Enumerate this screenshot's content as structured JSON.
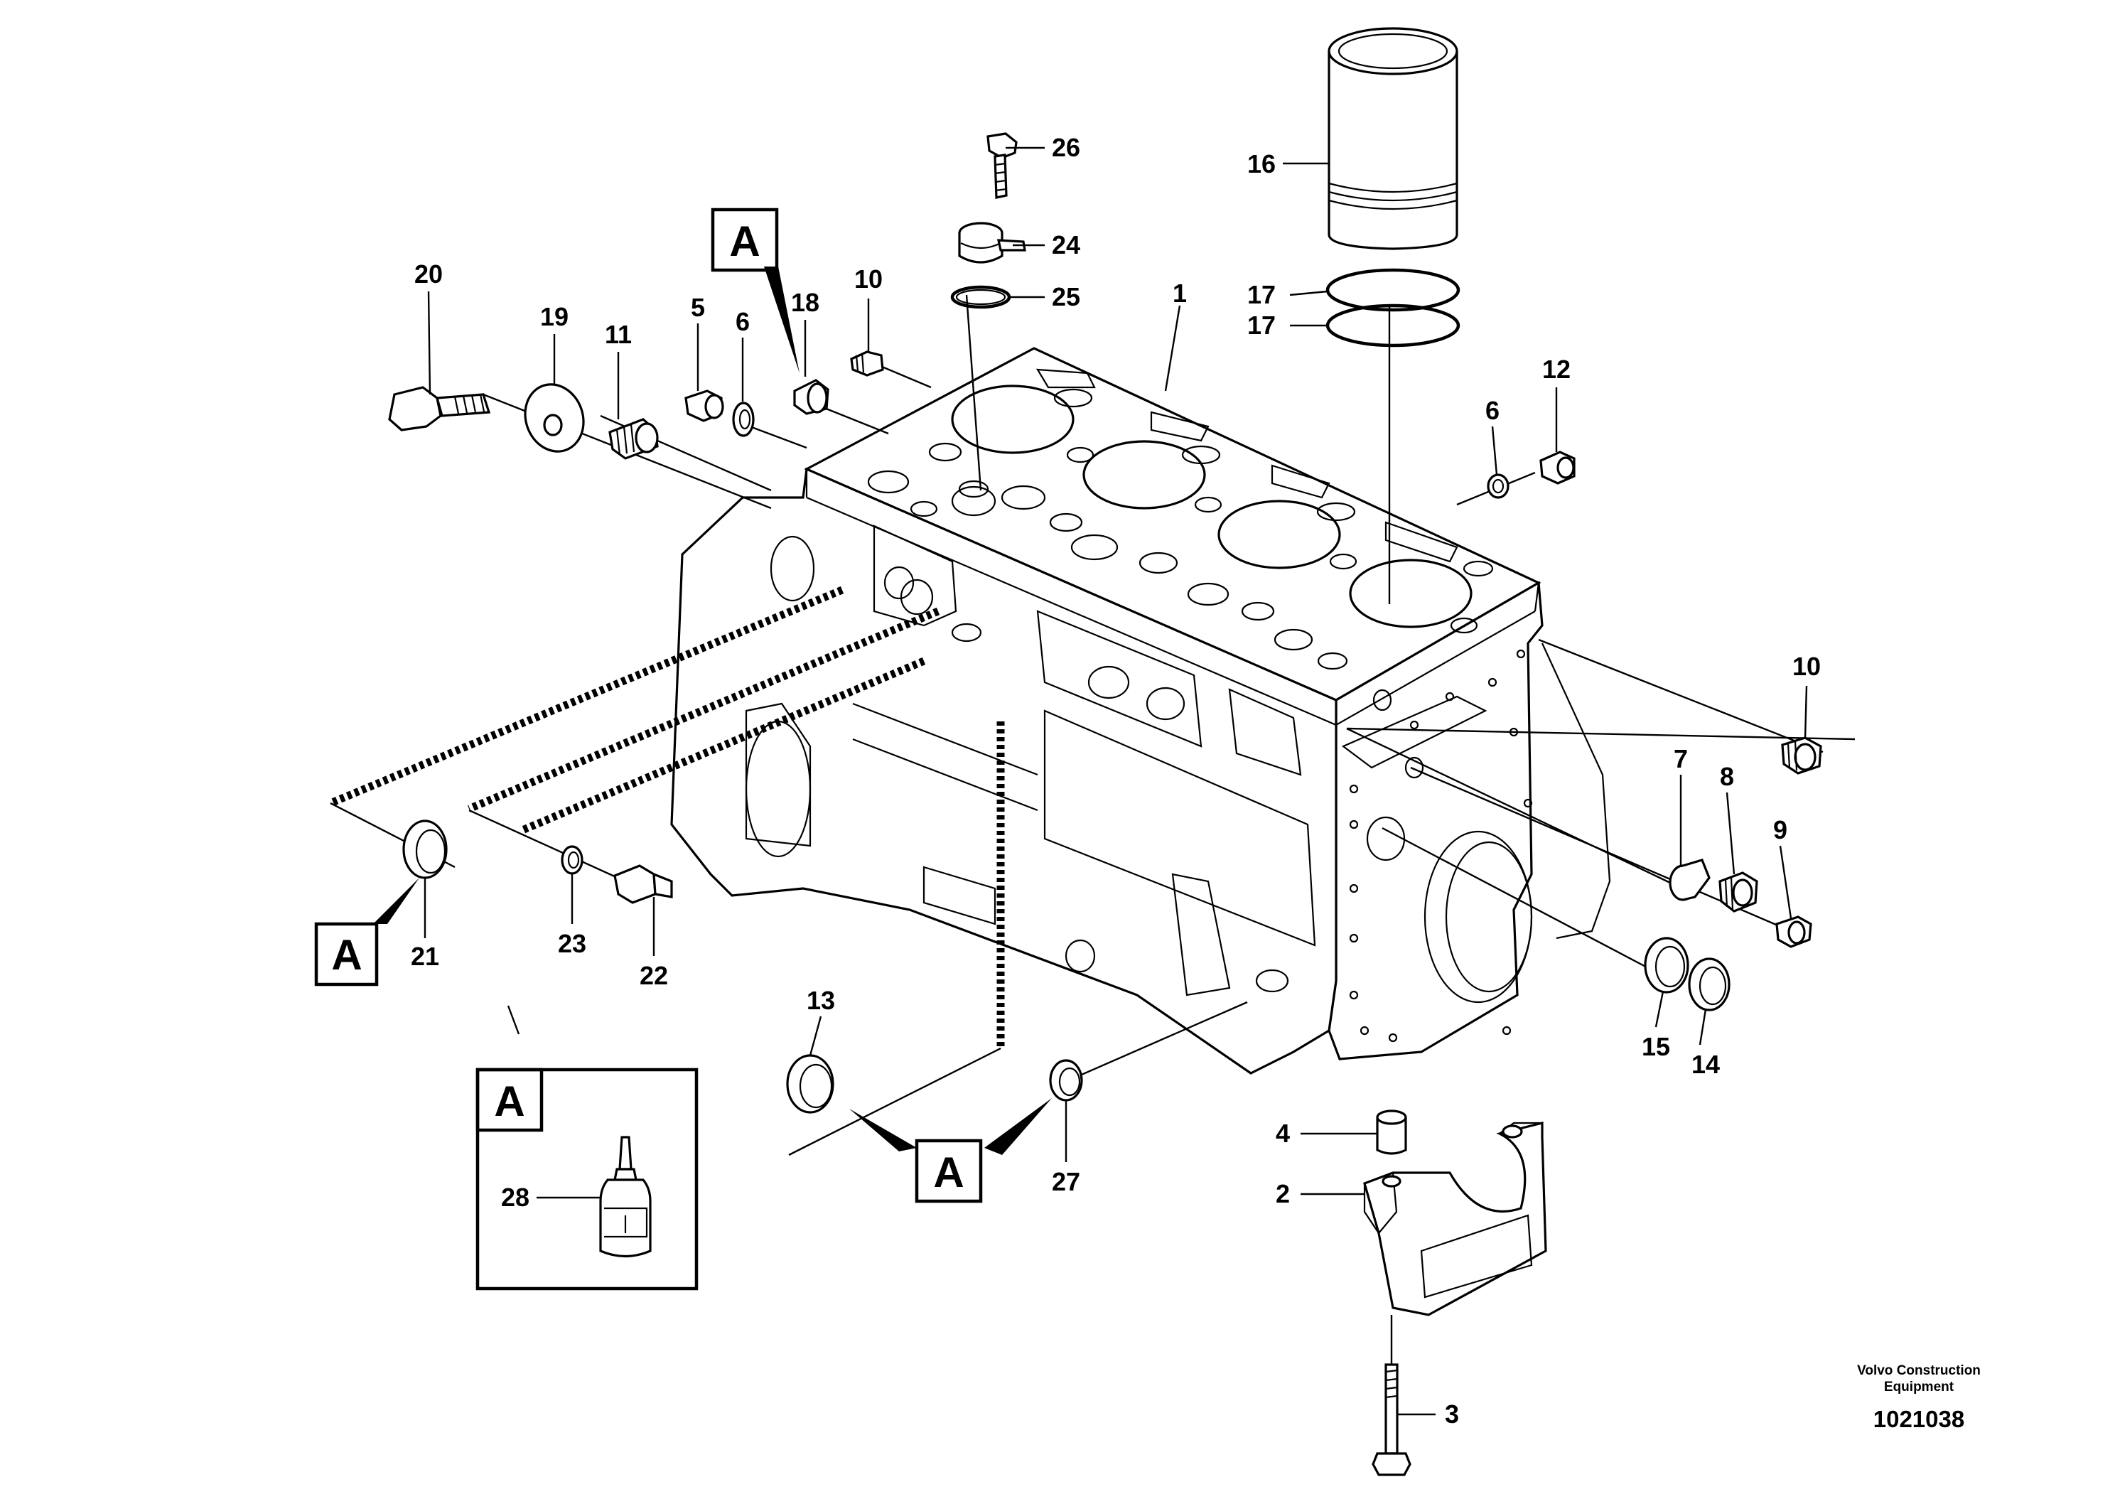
{
  "diagram": {
    "callouts": [
      {
        "id": "c1",
        "label": "1"
      },
      {
        "id": "c2",
        "label": "2"
      },
      {
        "id": "c3",
        "label": "3"
      },
      {
        "id": "c4",
        "label": "4"
      },
      {
        "id": "c5",
        "label": "5"
      },
      {
        "id": "c6a",
        "label": "6"
      },
      {
        "id": "c6b",
        "label": "6"
      },
      {
        "id": "c7",
        "label": "7"
      },
      {
        "id": "c8",
        "label": "8"
      },
      {
        "id": "c9",
        "label": "9"
      },
      {
        "id": "c10a",
        "label": "10"
      },
      {
        "id": "c10b",
        "label": "10"
      },
      {
        "id": "c11",
        "label": "11"
      },
      {
        "id": "c12",
        "label": "12"
      },
      {
        "id": "c13",
        "label": "13"
      },
      {
        "id": "c14",
        "label": "14"
      },
      {
        "id": "c15",
        "label": "15"
      },
      {
        "id": "c16",
        "label": "16"
      },
      {
        "id": "c17a",
        "label": "17"
      },
      {
        "id": "c17b",
        "label": "17"
      },
      {
        "id": "c18",
        "label": "18"
      },
      {
        "id": "c19",
        "label": "19"
      },
      {
        "id": "c20",
        "label": "20"
      },
      {
        "id": "c21",
        "label": "21"
      },
      {
        "id": "c22",
        "label": "22"
      },
      {
        "id": "c23",
        "label": "23"
      },
      {
        "id": "c24",
        "label": "24"
      },
      {
        "id": "c25",
        "label": "25"
      },
      {
        "id": "c26",
        "label": "26"
      },
      {
        "id": "c27",
        "label": "27"
      },
      {
        "id": "c28",
        "label": "28"
      }
    ],
    "sealant_tag": "A",
    "brand_line1": "Volvo Construction",
    "brand_line2": "Equipment",
    "drawing_number": "1021038"
  }
}
